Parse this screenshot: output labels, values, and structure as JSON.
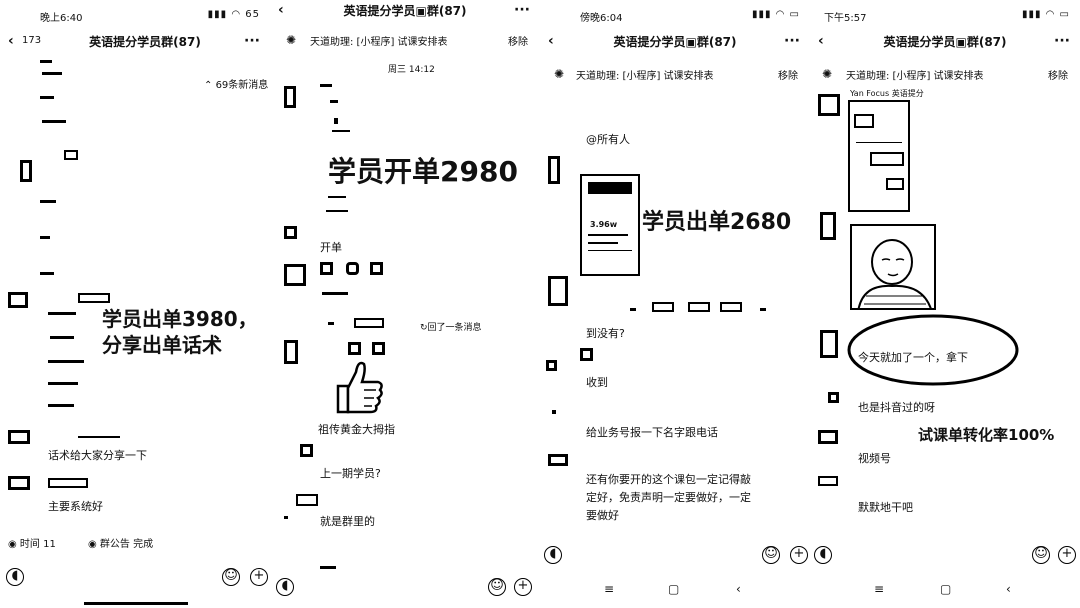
{
  "panel1": {
    "status_time": "晚上6:40",
    "status_battery": "65",
    "back_count": "173",
    "title": "英语提分学员群(87)",
    "more": "···",
    "new_msgs": "69条新消息",
    "headline": "学员出单3980，\n分享出单话术",
    "msg1": "话术给大家分享一下",
    "msg2": "主要系统好",
    "bottom_items": [
      "时间",
      "群公告",
      "完成"
    ],
    "bottom_num": "11"
  },
  "panel2": {
    "title": "英语提分学员",
    "title_suffix": "群(87)",
    "more": "···",
    "pin_text": "天道助理: [小程序] 试课安排表",
    "pin_remove": "移除",
    "time": "周三 14:12",
    "headline": "学员开单2980",
    "msg_open": "开单",
    "reply_hint": "回了一条消息",
    "caption": "祖传黄金大拇指",
    "msg_q": "上一期学员?",
    "msg_ans": "就是群里的"
  },
  "panel3": {
    "status_time": "傍晚6:04",
    "title": "英语提分学员",
    "title_suffix": "群(87)",
    "more": "···",
    "pin_text": "天道助理: [小程序] 试课安排表",
    "pin_remove": "移除",
    "at_all": "@所有人",
    "headline": "学员出单2680",
    "receipt_amount": "3.96w",
    "msg1": "到没有?",
    "msg2": "收到",
    "msg3": "给业务号报一下名字跟电话",
    "msg4": "还有你要开的这个课包一定记得敲\n定好，免责声明一定要做好，一定\n要做好"
  },
  "panel4": {
    "status_time": "下午5:57",
    "title": "英语提分学员",
    "title_suffix": "群(87)",
    "more": "···",
    "pin_text": "天道助理: [小程序] 试课安排表",
    "pin_remove": "移除",
    "sender": "Yan Focus  英语提分",
    "bubble": "今天就加了一个，拿下",
    "msg1": "也是抖音过的呀",
    "headline": "试课单转化率100%",
    "msg2": "视频号",
    "msg3": "默默地干吧"
  }
}
